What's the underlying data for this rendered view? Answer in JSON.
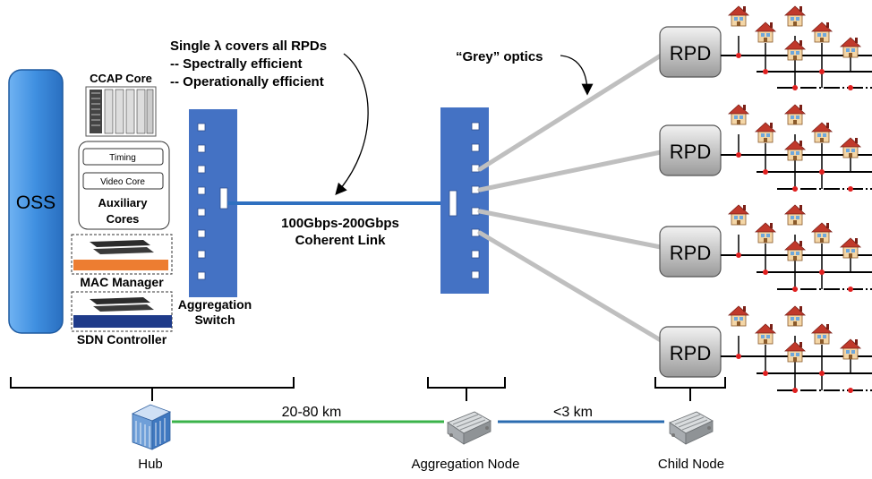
{
  "oss": {
    "label": "OSS"
  },
  "ccap": {
    "title": "CCAP Core"
  },
  "aux": {
    "timing": "Timing",
    "video": "Video Core",
    "label_l1": "Auxiliary",
    "label_l2": "Cores"
  },
  "mac": {
    "label": "MAC Manager"
  },
  "sdn": {
    "label": "SDN Controller"
  },
  "agg_switch": {
    "label_l1": "Aggregation",
    "label_l2": "Switch"
  },
  "annotation": {
    "l1": "Single λ covers all RPDs",
    "l2": "-- Spectrally efficient",
    "l3": "-- Operationally efficient"
  },
  "grey_optics": "“Grey” optics",
  "link": {
    "l1": "100Gbps-200Gbps",
    "l2": "Coherent Link"
  },
  "rpds": [
    "RPD",
    "RPD",
    "RPD",
    "RPD"
  ],
  "bottom": {
    "hub": "Hub",
    "hub_distance": "20-80 km",
    "agg_node": "Aggregation Node",
    "node_distance": "<3 km",
    "child_node": "Child Node"
  },
  "colors": {
    "switch_blue": "#4472c4",
    "oss_blue": "#3f8fe0",
    "link_blue": "#2f70c0",
    "green_line": "#3bb34a",
    "bottom_blue": "#2b6cb0",
    "grey_fiber": "#bfbfbf",
    "house_roof": "#c0392b",
    "mac_orange": "#ed7d31",
    "sdn_navy": "#1f3b8a"
  },
  "icons": [
    "hub-building-icon",
    "aggregation-node-device-icon",
    "child-node-device-icon",
    "house-icon",
    "ccap-rack-icon"
  ]
}
